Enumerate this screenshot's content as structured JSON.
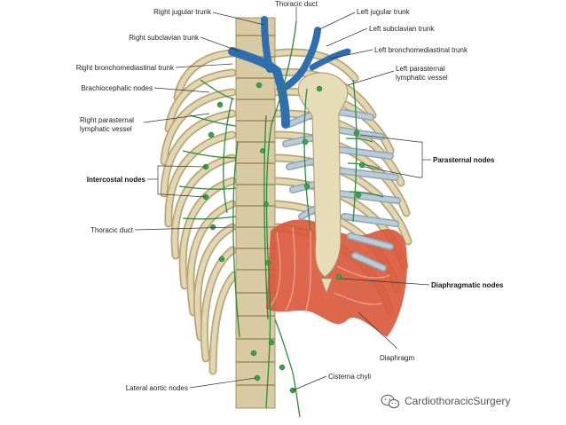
{
  "labels": {
    "thoracic_duct_top": "Thoracic duct",
    "right_jugular_trunk": "Right jugular trunk",
    "left_jugular_trunk": "Left jugular trunk",
    "right_subclavian_trunk": "Right subclavian trunk",
    "left_subclavian_trunk": "Left subclavian trunk",
    "left_bronchomediastinal_trunk": "Left bronchomediastinal trunk",
    "right_bronchomediastinal_trunk": "Right bronchomediastinal trunk",
    "left_parasternal_1": "Left parasternal",
    "left_parasternal_2": "lymphatic vessel",
    "brachiocephalic_nodes": "Brachiocephalic nodes",
    "right_parasternal_1": "Right parasternal",
    "right_parasternal_2": "lymphatic vessel",
    "parasternal_nodes": "Parasternal nodes",
    "intercostal_nodes": "Intercostal nodes",
    "thoracic_duct": "Thoracic duct",
    "diaphragmatic_nodes": "Diaphragmatic nodes",
    "diaphragm": "Diaphragm",
    "cisterna_chyli": "Cisterna chyli",
    "lateral_aortic_nodes": "Lateral aortic nodes"
  },
  "watermark": {
    "text": "CardiothoracicSurgery",
    "icon": "wechat-icon"
  },
  "colors": {
    "bone": "#e3d7b1",
    "bone_shadow": "#b7a57a",
    "cartilage": "#b9cbd7",
    "vein": "#2f6fb0",
    "lymph": "#2c8a3b",
    "muscle": "#d9573a"
  }
}
